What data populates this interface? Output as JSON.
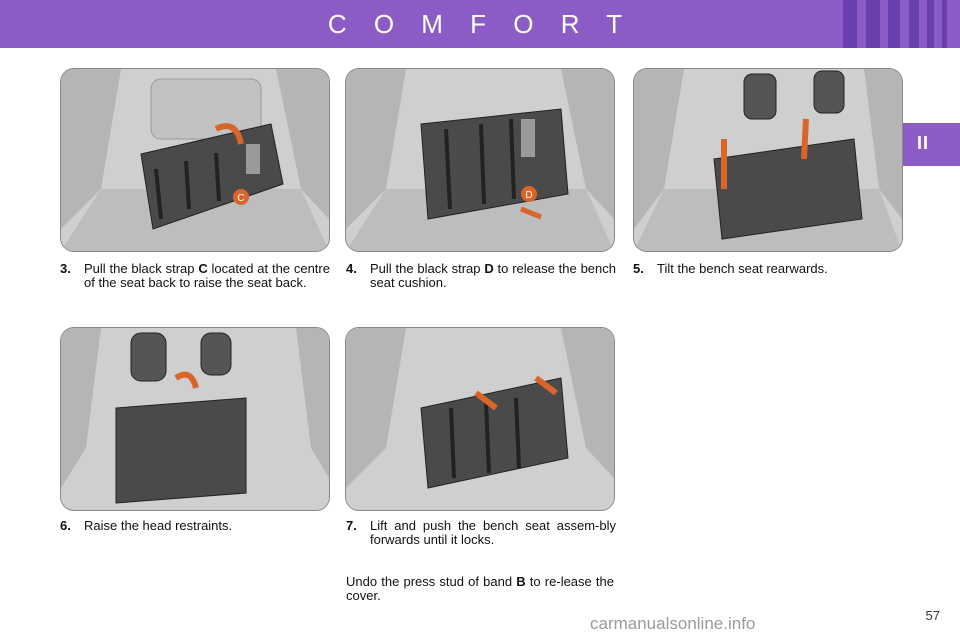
{
  "header": {
    "title": "C O M F O R T"
  },
  "side_tab": {
    "label": "II"
  },
  "colors": {
    "accent": "#8b5cc6",
    "accent_dark": "#6a3fae",
    "arrow": "#d9652b"
  },
  "steps": [
    {
      "num": "3.",
      "pre": "Pull the black strap ",
      "key": "C",
      "post": " located at the centre of the seat back to raise the seat back."
    },
    {
      "num": "4.",
      "pre": "Pull the black strap ",
      "key": "D",
      "post": " to release the bench seat cushion."
    },
    {
      "num": "5.",
      "pre": "Tilt the bench seat rearwards.",
      "key": "",
      "post": ""
    },
    {
      "num": "6.",
      "pre": "Raise the head restraints.",
      "key": "",
      "post": ""
    },
    {
      "num": "7.",
      "pre": "Lift and push the bench seat assem-bly forwards until it locks.",
      "key": "",
      "post": ""
    }
  ],
  "illustration_labels": {
    "c": "C",
    "d": "D"
  },
  "note": {
    "pre": "Undo the press stud of band ",
    "key": "B",
    "post": " to re-lease the cover."
  },
  "page_number": "57",
  "watermark": "carmanualsonline.info"
}
